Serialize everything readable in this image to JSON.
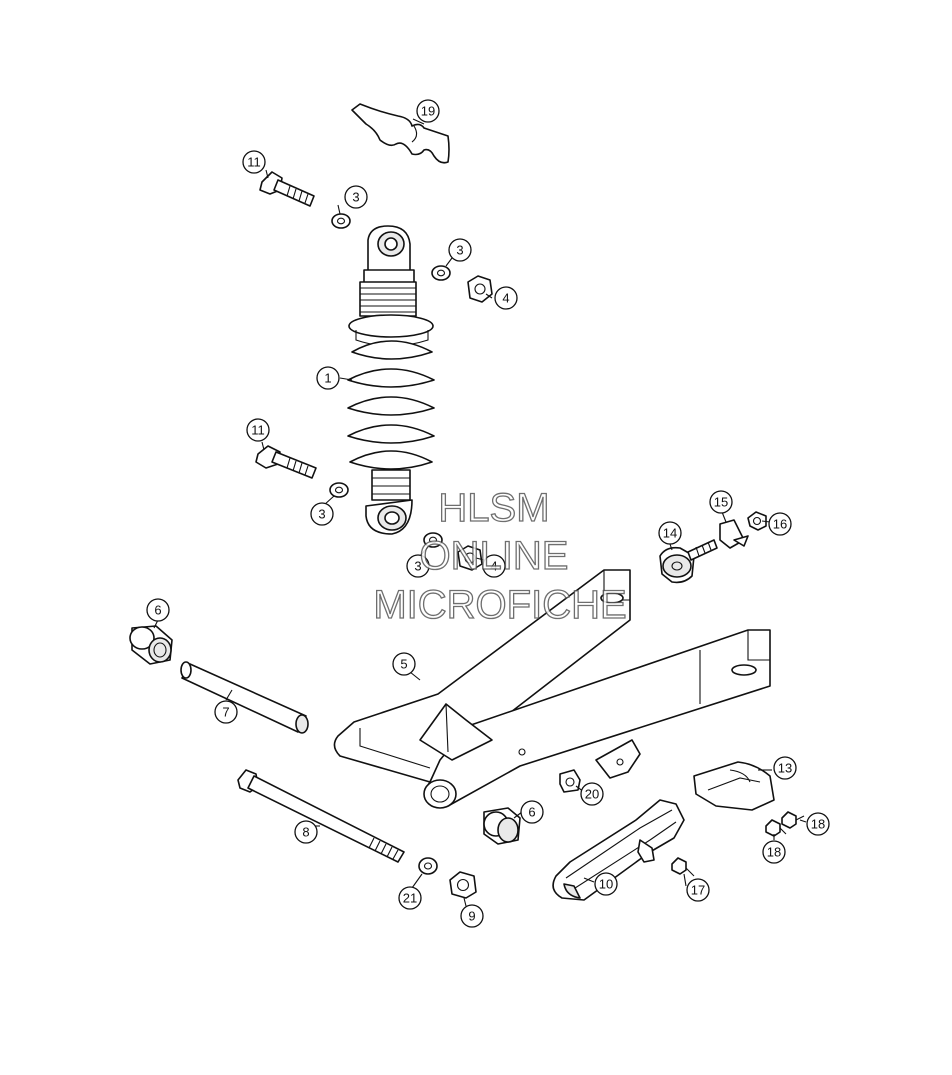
{
  "callouts": [
    {
      "id": "c19",
      "label": "19"
    },
    {
      "id": "c11a",
      "label": "11"
    },
    {
      "id": "c3a",
      "label": "3"
    },
    {
      "id": "c3b",
      "label": "3"
    },
    {
      "id": "c4a",
      "label": "4"
    },
    {
      "id": "c1",
      "label": "1"
    },
    {
      "id": "c11b",
      "label": "11"
    },
    {
      "id": "c3c",
      "label": "3"
    },
    {
      "id": "c3d",
      "label": "3"
    },
    {
      "id": "c4b",
      "label": "4"
    },
    {
      "id": "c15",
      "label": "15"
    },
    {
      "id": "c16",
      "label": "16"
    },
    {
      "id": "c14",
      "label": "14"
    },
    {
      "id": "c6a",
      "label": "6"
    },
    {
      "id": "c5",
      "label": "5"
    },
    {
      "id": "c7",
      "label": "7"
    },
    {
      "id": "c13",
      "label": "13"
    },
    {
      "id": "c20",
      "label": "20"
    },
    {
      "id": "c6b",
      "label": "6"
    },
    {
      "id": "c8",
      "label": "8"
    },
    {
      "id": "c18a",
      "label": "18"
    },
    {
      "id": "c18b",
      "label": "18"
    },
    {
      "id": "c10",
      "label": "10"
    },
    {
      "id": "c17",
      "label": "17"
    },
    {
      "id": "c21",
      "label": "21"
    },
    {
      "id": "c9",
      "label": "9"
    }
  ],
  "watermark": {
    "line1": "HLSM",
    "line2": "ONLINE",
    "line3": "MICROFICHE"
  }
}
